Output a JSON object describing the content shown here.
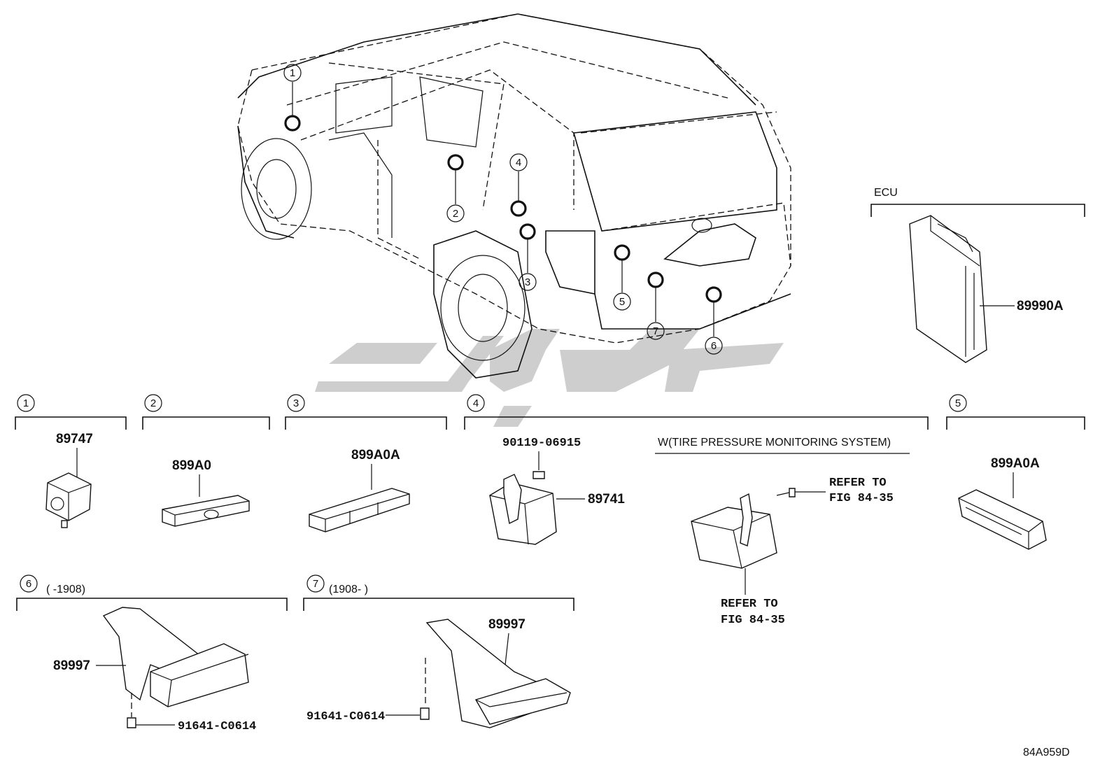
{
  "diagram_code": "84A959D",
  "ecu_section": {
    "title": "ECU",
    "part_number": "89990A"
  },
  "tpms_note": "W(TIRE PRESSURE MONITORING SYSTEM)",
  "refer_lines": [
    "REFER TO",
    "FIG 84-35"
  ],
  "callouts": [
    "1",
    "2",
    "3",
    "4",
    "5",
    "6",
    "7"
  ],
  "sections": {
    "s1": {
      "num": "1",
      "part": "89747"
    },
    "s2": {
      "num": "2",
      "part": "899A0"
    },
    "s3": {
      "num": "3",
      "part": "899A0A"
    },
    "s4": {
      "num": "4",
      "part": "89741",
      "bolt": "90119-06915"
    },
    "s5": {
      "num": "5",
      "part": "899A0A"
    },
    "s6": {
      "num": "6",
      "date": "(      -1908)",
      "part": "89997",
      "bolt": "91641-C0614"
    },
    "s7": {
      "num": "7",
      "date": "(1908-      )",
      "part": "89997",
      "bolt": "91641-C0614"
    }
  },
  "watermark_color": "#c8c8c8"
}
